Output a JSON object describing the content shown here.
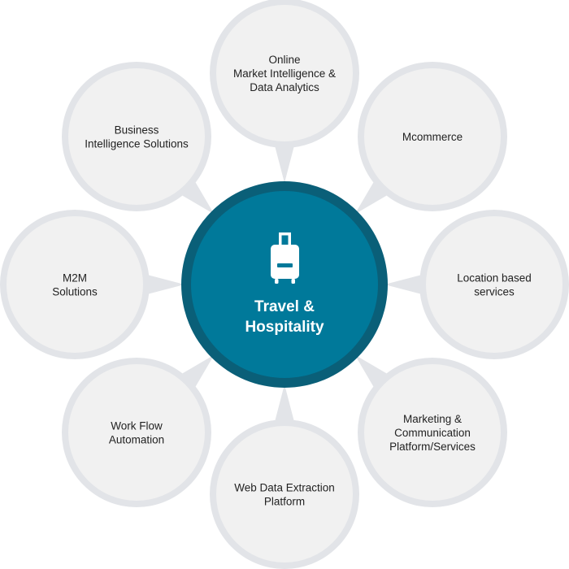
{
  "hub": {
    "title_lines": [
      "Travel &",
      "Hospitality"
    ],
    "icon": "suitcase-icon"
  },
  "colors": {
    "hub_outer": "#0a5f78",
    "hub_inner": "#00799a",
    "bubble_ring": "#e2e4e8",
    "bubble_fill": "#f1f1f1",
    "bubble_text": "#222222",
    "hub_text": "#ffffff"
  },
  "nodes": [
    {
      "lines": [
        "Online",
        "Market Intelligence &",
        "Data Analytics"
      ]
    },
    {
      "lines": [
        "Mcommerce"
      ]
    },
    {
      "lines": [
        "Location based",
        "services"
      ]
    },
    {
      "lines": [
        "Marketing &",
        "Communication",
        "Platform/Services"
      ]
    },
    {
      "lines": [
        "Web Data Extraction",
        "Platform"
      ]
    },
    {
      "lines": [
        "Work Flow",
        "Automation"
      ]
    },
    {
      "lines": [
        "M2M",
        "Solutions"
      ]
    },
    {
      "lines": [
        "Business",
        "Intelligence Solutions"
      ]
    }
  ]
}
